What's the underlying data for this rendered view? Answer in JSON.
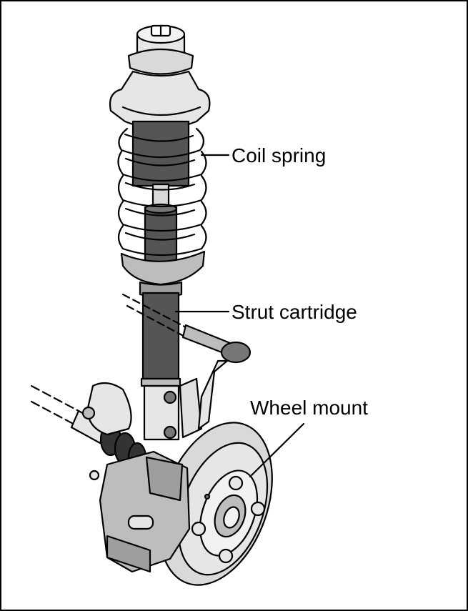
{
  "labels": {
    "coil_spring": "Coil spring",
    "strut_cartridge": "Strut cartridge",
    "wheel_mount": "Wheel mount"
  },
  "colors": {
    "outline": "#000000",
    "light_part": "#e6e6e6",
    "mid_part": "#bdbdbd",
    "dark_part": "#555555",
    "background": "#ffffff"
  }
}
